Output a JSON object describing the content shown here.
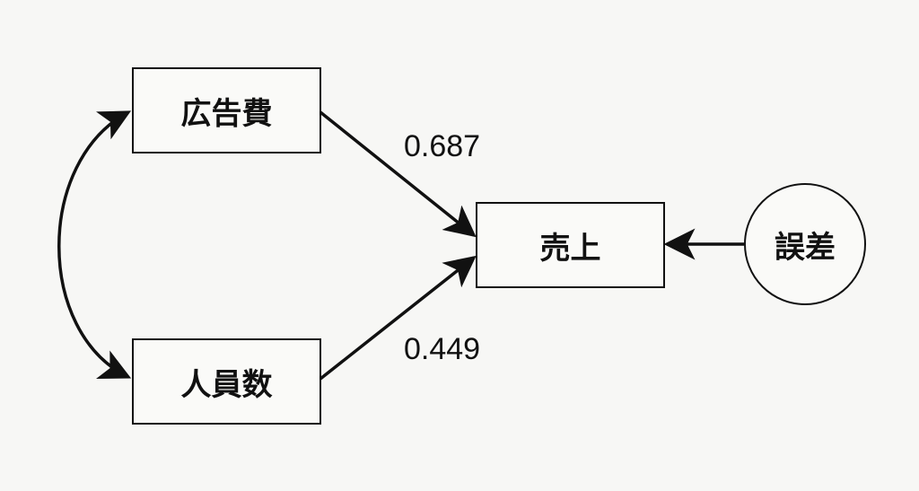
{
  "nodes": {
    "ad_cost": "広告費",
    "staff_count": "人員数",
    "sales": "売上",
    "error": "誤差"
  },
  "paths": {
    "ad_cost_to_sales": "0.687",
    "staff_count_to_sales": "0.449"
  }
}
